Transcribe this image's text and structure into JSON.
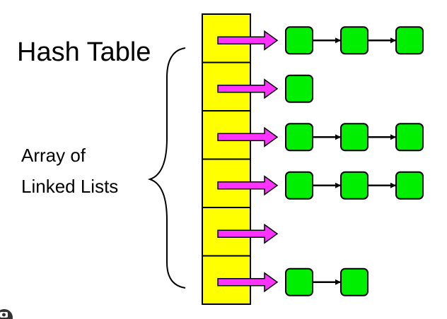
{
  "title": "Hash Table",
  "description_lines": [
    "Array of",
    "Linked Lists"
  ],
  "buckets": [
    {
      "node_count": 3
    },
    {
      "node_count": 1
    },
    {
      "node_count": 3
    },
    {
      "node_count": 3
    },
    {
      "node_count": 0
    },
    {
      "node_count": 2
    }
  ],
  "colors": {
    "bucket_fill": "#ffff00",
    "bucket_stroke": "#000000",
    "pointer_fill": "#ff33ff",
    "node_fill": "#00ee00",
    "node_stroke": "#000000",
    "link_arrow": "#000000",
    "text": "#000000"
  },
  "corner_icon": "camera-icon"
}
